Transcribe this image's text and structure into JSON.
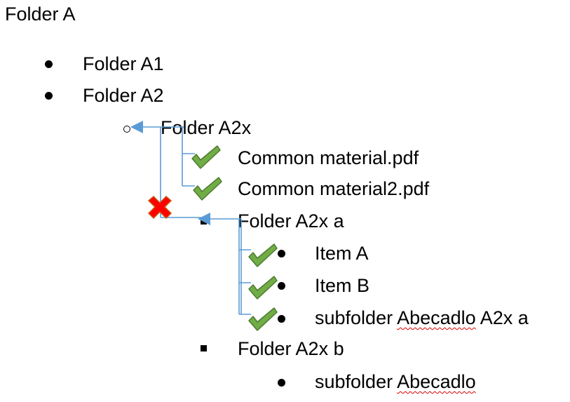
{
  "tree": {
    "root": "Folder A",
    "level1": [
      "Folder A1",
      "Folder A2"
    ],
    "folder_a2x": "Folder A2x",
    "files": [
      "Common material.pdf",
      "Common material2.pdf"
    ],
    "folder_a2x_a": "Folder A2x a",
    "a2x_a_items": {
      "item_a": "Item A",
      "item_b": "Item B",
      "subfolder_prefix": "subfolder ",
      "subfolder_word": "Abecadlo",
      "subfolder_suffix": " A2x a"
    },
    "folder_a2x_b": "Folder A2x b",
    "a2x_b_items": {
      "subfolder_prefix": "subfolder ",
      "subfolder_word": "Abecadlo"
    }
  },
  "colors": {
    "connector": "#5b9bd5",
    "check_fill": "#70ad47",
    "check_stroke": "#4e7a2e",
    "cross_fill": "#ff0000",
    "cross_stroke": "#c55a11"
  },
  "icons": {
    "check": "check-icon",
    "cross": "cross-icon",
    "arrow": "arrow-left-icon"
  }
}
